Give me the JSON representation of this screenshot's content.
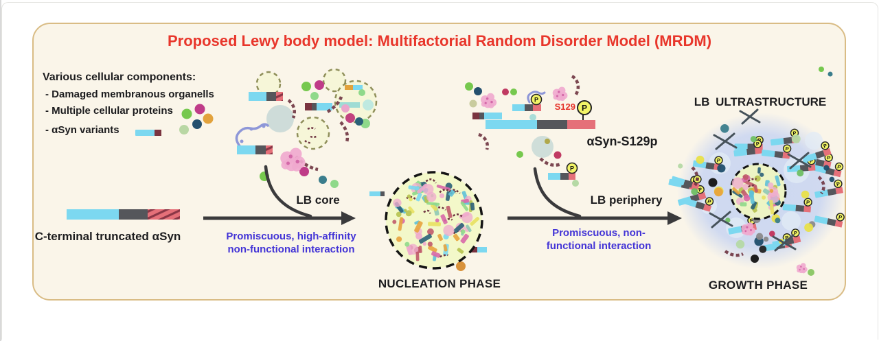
{
  "palette": {
    "panel_bg": "#faf5e9",
    "panel_border": "#d9bc85",
    "title_red": "#e8362b",
    "blue_text": "#4334d6",
    "text_black": "#1c1c1e",
    "bar_cyan": "#7cd8f0",
    "bar_dark": "#55565b",
    "bar_red": "#e57079",
    "nucleation_fill": "#f3f8c9",
    "growth_fill": "#ccd7f1",
    "p_circle_fill": "#f2f467",
    "s129_red": "#e5342b",
    "arrow_dark": "#3a3a3c"
  },
  "title": "Proposed Lewy body model: Multifactorial Random Disorder Model (MRDM)",
  "legend": {
    "heading": "Various cellular components:",
    "items": [
      {
        "label": "- Damaged membranous organells"
      },
      {
        "label": "- Multiple cellular proteins",
        "icon": "protein-dots-icon"
      },
      {
        "label": "- αSyn variants",
        "icon": "asyn-variant-bar-icon"
      }
    ]
  },
  "monomer_label": "C-terminal truncated αSyn",
  "nucleation": {
    "branch_label": "LB core",
    "interaction_line1": "Promiscuous, high-affinity",
    "interaction_line2": "non-functional interaction",
    "phase_label": "NUCLEATION PHASE"
  },
  "growth": {
    "branch_label": "LB periphery",
    "interaction_line1": "Promiscuous, non-",
    "interaction_line2": "functional interaction",
    "phase_label": "GROWTH PHASE",
    "ultrastructure_label": "LB ULTRASTRUCTURE"
  },
  "s129": {
    "site_label": "S129",
    "phospho_label": "P",
    "protein_label": "αSyn-S129p"
  }
}
